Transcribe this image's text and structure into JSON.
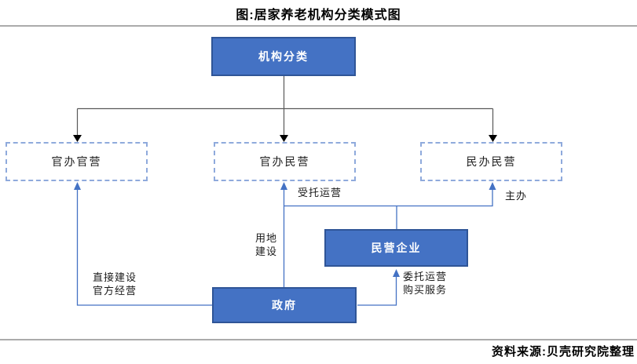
{
  "title": "图:居家养老机构分类模式图",
  "source": "资料来源:贝壳研究院整理",
  "nodes": {
    "root": {
      "label": "机构分类"
    },
    "gov_gov": {
      "label": "官办官营"
    },
    "gov_private": {
      "label": "官办民营"
    },
    "private_private": {
      "label": "民办民营"
    },
    "enterprise": {
      "label": "民营企业"
    },
    "government": {
      "label": "政府"
    }
  },
  "edge_labels": {
    "entrusted_operation": "受托运营",
    "host": "主办",
    "land_use_line1": "用地",
    "land_use_line2": "建设",
    "direct_build_line1": "直接建设",
    "direct_build_line2": "官方经营",
    "commission_line1": "委托运营",
    "commission_line2": "购买服务"
  },
  "colors": {
    "box_fill": "#4472C4",
    "box_border": "#2F5597",
    "dashed_border": "#8FAADC",
    "connector_blue": "#4472C4",
    "tree_line": "#595959",
    "arrow_black": "#000000",
    "rule_gray": "#ABABAB"
  }
}
